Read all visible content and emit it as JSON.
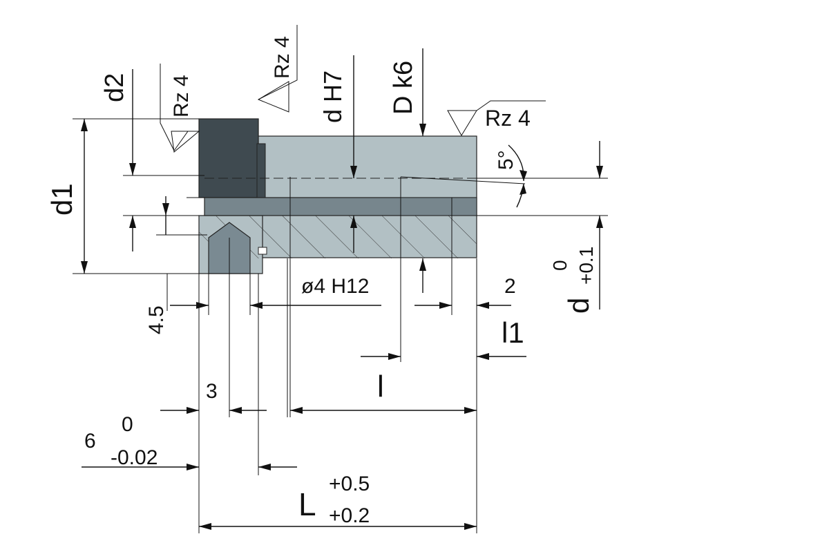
{
  "labels": {
    "d2": "d2",
    "d1": "d1",
    "rz_left": "Rz 4",
    "rz_top": "Rz 4",
    "rz_right": "Rz 4",
    "d_h7": "d H7",
    "d_k6": "D k6",
    "angle": "5°",
    "hole": "ø4 H12",
    "dim_2": "2",
    "l1": "l1",
    "l": "l",
    "dim_45": "4.5",
    "dim_3": "3",
    "dim_6": "6",
    "tol_6_upper": "0",
    "tol_6_lower": "-0.02",
    "L": "L",
    "tol_L_upper": "+0.5",
    "tol_L_lower": "+0.2",
    "d_right": "d",
    "tol_d_upper": "0",
    "tol_d_lower": "+0.1"
  },
  "colors": {
    "collar": "#3f4a50",
    "body": "#b2c0c4",
    "bore": "#77868d",
    "pin": "#7a8a92",
    "outline": "#222222"
  }
}
